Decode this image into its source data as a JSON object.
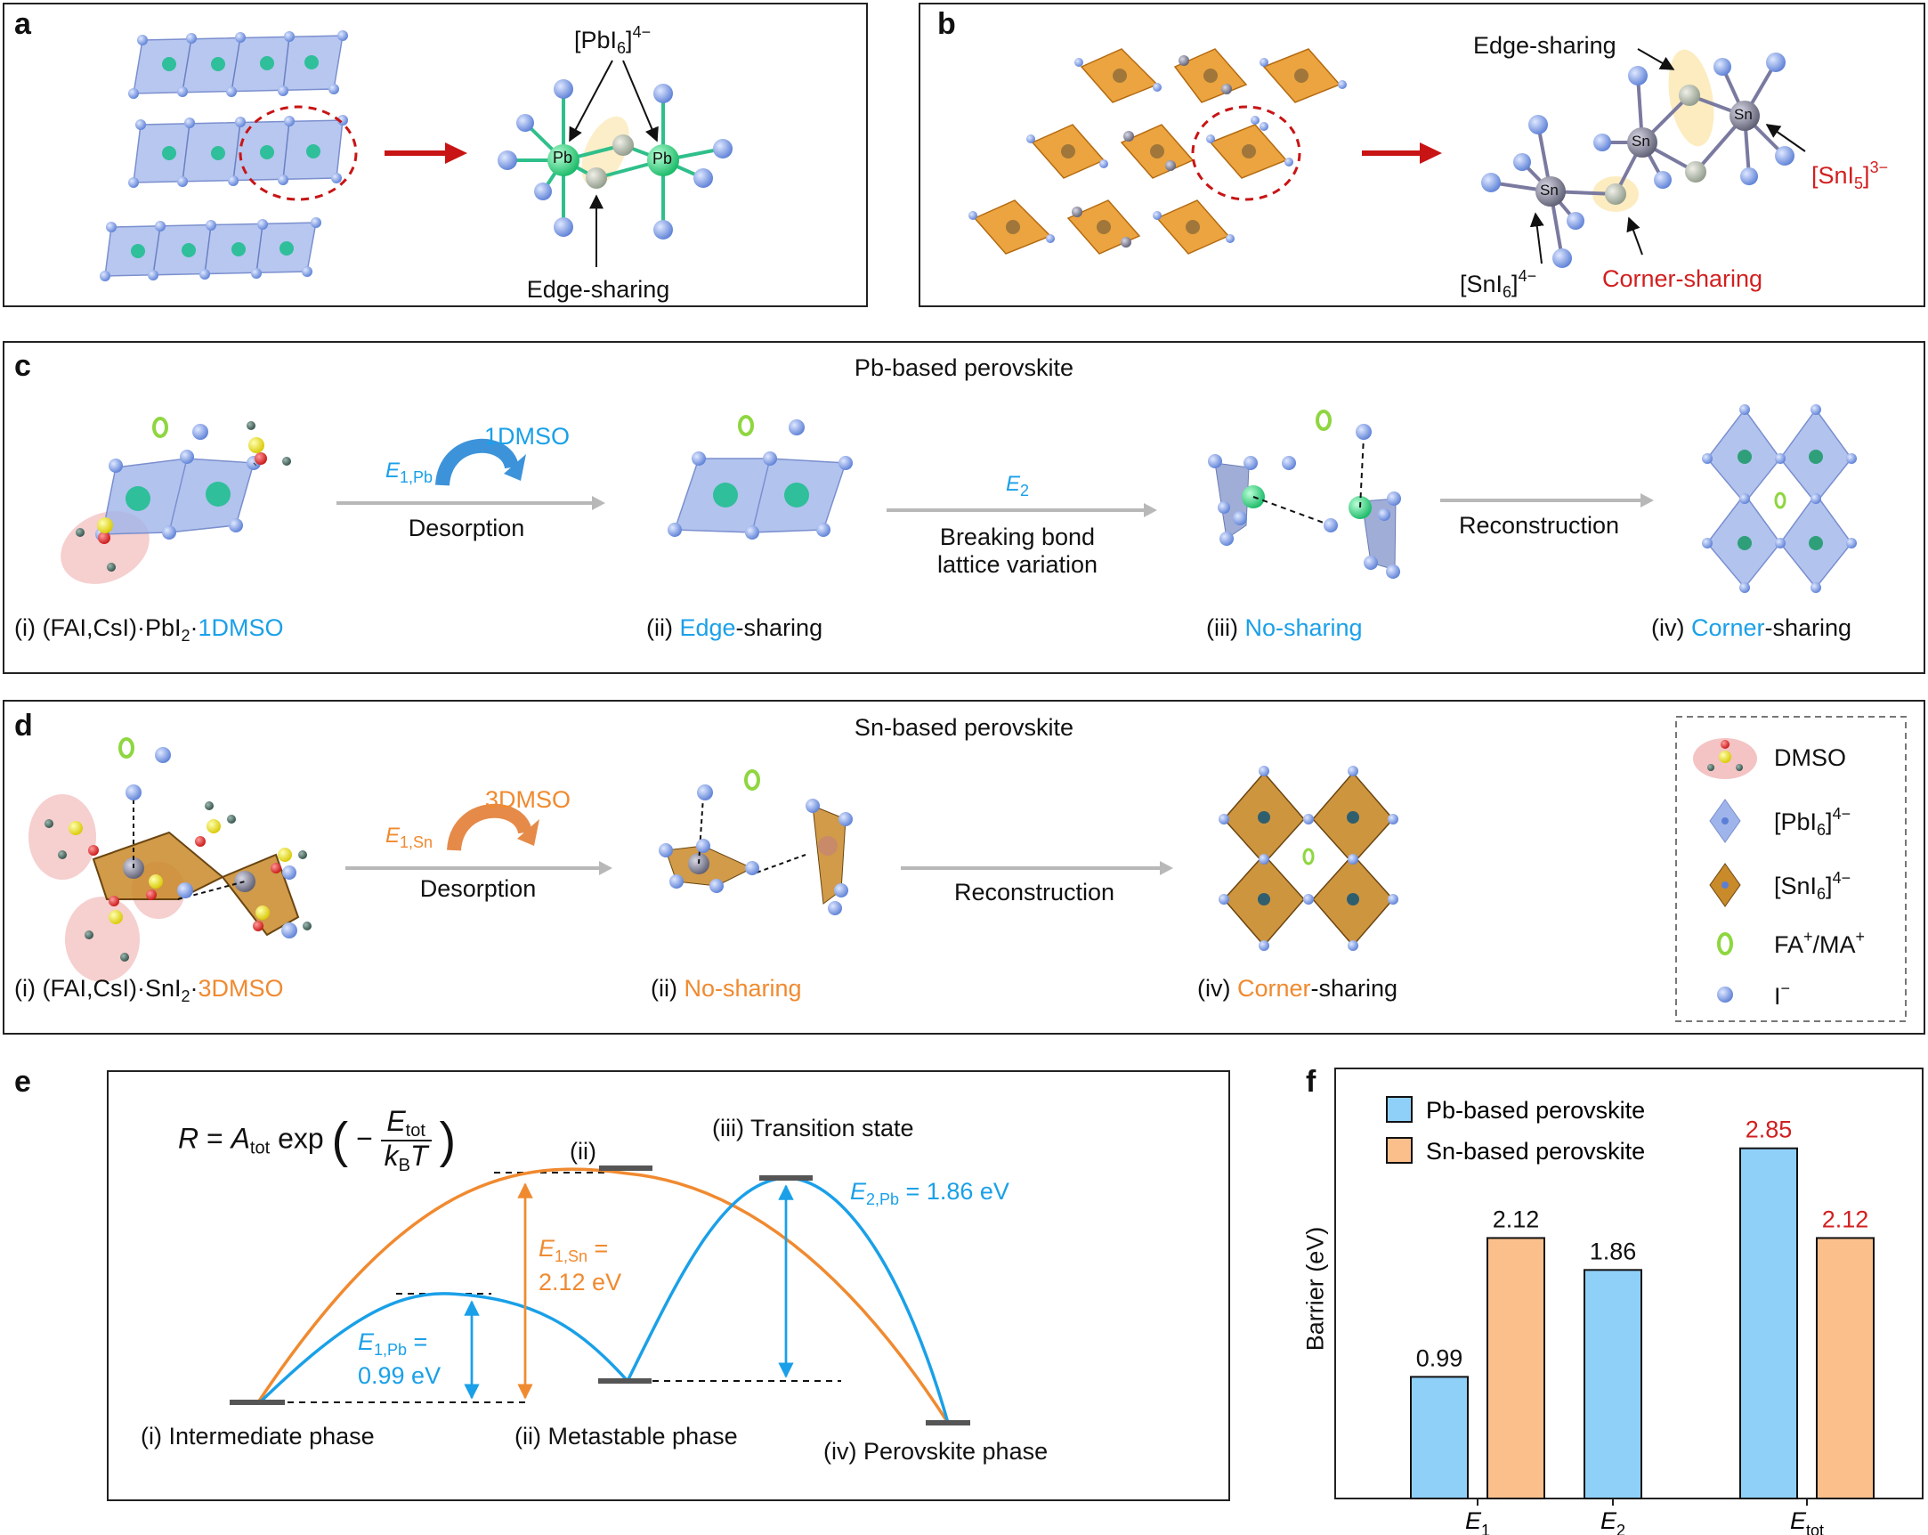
{
  "panels": {
    "a": "a",
    "b": "b",
    "c": "c",
    "d": "d",
    "e": "e",
    "f": "f"
  },
  "a": {
    "label_complex": "[PbI6]4−",
    "atom_label": "Pb",
    "edge_label": "Edge-sharing"
  },
  "b": {
    "edge_label": "Edge-sharing",
    "corner_label": "Corner-sharing",
    "sni5_label": "[SnI5]3−",
    "sni6_label": "[SnI6]4−",
    "atom_label": "Sn"
  },
  "c": {
    "title": "Pb-based perovskite",
    "step1_energy": "E1,Pb",
    "step1_product": "1DMSO",
    "step1_label": "Desorption",
    "step2_energy": "E2",
    "step2_label_line1": "Breaking bond",
    "step2_label_line2": "lattice variation",
    "step3_label": "Reconstruction",
    "state1_prefix": "(i) (FAI,CsI)·PbI",
    "state1_suffix": "·",
    "state1_highlight": "1DMSO",
    "state2_prefix": "(ii) ",
    "state2_highlight": "Edge",
    "state2_suffix": "-sharing",
    "state3_prefix": "(iii) ",
    "state3_highlight": "No-sharing",
    "state4_prefix": "(iv) ",
    "state4_highlight": "Corner",
    "state4_suffix": "-sharing"
  },
  "d": {
    "title": "Sn-based perovskite",
    "step1_energy": "E1,Sn",
    "step1_product": "3DMSO",
    "step1_label": "Desorption",
    "step2_label": "Reconstruction",
    "state1_prefix": "(i) (FAI,CsI)·SnI",
    "state1_suffix": "·",
    "state1_highlight": "3DMSO",
    "state2_prefix": "(ii) ",
    "state2_highlight": "No-sharing",
    "state3_prefix": "(iv) ",
    "state3_highlight": "Corner",
    "state3_suffix": "-sharing",
    "legend": [
      "DMSO",
      "[PbI6]4−",
      "[SnI6]4−",
      "FA+/MA+",
      "I−"
    ]
  },
  "e": {
    "equation": "R = Atot exp(− Etot / kBT)",
    "label_ii_top": "(ii)",
    "label_ts": "(iii) Transition state",
    "e1sn_line1": "E1,Sn =",
    "e1sn_line2": "2.12 eV",
    "e1pb_line1": "E1,Pb =",
    "e1pb_line2": "0.99 eV",
    "e2pb": "E2,Pb = 1.86 eV",
    "state_i": "(i) Intermediate phase",
    "state_ii": "(ii) Metastable phase",
    "state_iv": "(iv) Perovskite phase"
  },
  "chart_data": {
    "type": "bar",
    "categories": [
      "E1",
      "E2",
      "Etot"
    ],
    "ylabel": "Barrier (eV)",
    "ylim": [
      0,
      3.5
    ],
    "series": [
      {
        "name": "Pb-based perovskite",
        "values": [
          0.99,
          1.86,
          2.85
        ],
        "color": "#8fd0f8"
      },
      {
        "name": "Sn-based perovskite",
        "values": [
          2.12,
          null,
          2.12
        ],
        "color": "#fbbf8c"
      }
    ],
    "data_labels": [
      {
        "series": 0,
        "index": 0,
        "text": "0.99",
        "color": "#111111"
      },
      {
        "series": 1,
        "index": 0,
        "text": "2.12",
        "color": "#111111"
      },
      {
        "series": 0,
        "index": 1,
        "text": "1.86",
        "color": "#111111"
      },
      {
        "series": 0,
        "index": 2,
        "text": "2.85",
        "color": "#d21f1f"
      },
      {
        "series": 1,
        "index": 2,
        "text": "2.12",
        "color": "#d21f1f"
      }
    ],
    "legend_placement": "top-left",
    "grid": false
  },
  "colors": {
    "pb_octahedron": "#9fb4ea",
    "sn_octahedron": "#e99a2a",
    "iodide": "#7f9be0",
    "pb_atom": "#2fd37a",
    "fa_ma": "#8fd640",
    "arrow_red": "#c81414",
    "curve_blue": "#1aa0e8",
    "curve_orange": "#f08a30"
  }
}
